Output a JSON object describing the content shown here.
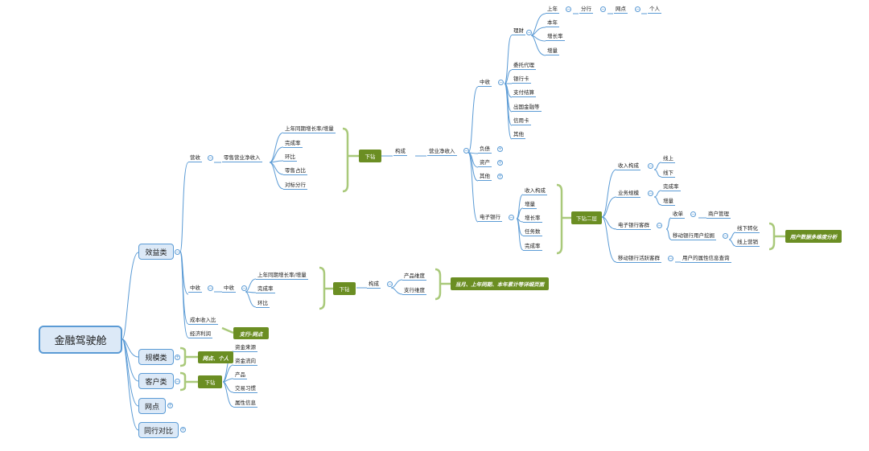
{
  "root": "金融驾驶舱",
  "level1": [
    {
      "key": "xiaoyi",
      "label": "效益类"
    },
    {
      "key": "guimo",
      "label": "规模类"
    },
    {
      "key": "kehu",
      "label": "客户类"
    },
    {
      "key": "wangdian",
      "label": "网点"
    },
    {
      "key": "tonghang",
      "label": "同行对比"
    }
  ],
  "xiaoyi_branch": {
    "yingshou": "营收",
    "lingshou": "零售营业净收入",
    "lingshou_items": [
      "上年同期增长率/增量",
      "完成率",
      "环比",
      "零售占比",
      "对标分行"
    ],
    "xiazuan": "下钻",
    "goucheng": "构成",
    "yingye": "营业净收入",
    "zhongshou": "中收",
    "zhongshou_items": [
      "理财",
      "委托代理",
      "银行卡",
      "支付结算",
      "出国金融等",
      "信用卡",
      "其他"
    ],
    "licai_items": [
      "上年",
      "本年",
      "增长率",
      "增量"
    ],
    "licai_chain": [
      "分行",
      "网点",
      "个人"
    ],
    "fuzhai": "负债",
    "zichan": "资产",
    "qita": "其他",
    "dianzi": "电子银行",
    "dianzi_items": [
      "收入构成",
      "增量",
      "增长率",
      "任务数",
      "完成率"
    ],
    "xiazuan2": "下钻二层",
    "shouru_goucheng": "收入构成",
    "xianshang": "线上",
    "xianxia": "线下",
    "yewu_guimo": "业务规模",
    "wanchenglv": "完成率",
    "zengliang": "增量",
    "kequn": "电子银行客群",
    "shoudan": "收单",
    "shanghu": "商户管理",
    "yidong_wajue": "移动银行用户挖掘",
    "xianxia_zhuanhua": "线下转化",
    "xianshang_yingxiao": "线上营销",
    "yidong_huoyue": "移动银行活跃客群",
    "yonghu_shuxing": "用户的属性信息查询",
    "yonghu_fenxi": "用户数据多维度分析",
    "zhongshou2": "中收",
    "zhongshou3": "中收",
    "zs_items": [
      "上年同期增长率/增量",
      "完成率",
      "环比"
    ],
    "xiazuan3": "下钻",
    "goucheng2": "构成",
    "chanpin_weidu": "产品维度",
    "zhihang_weidu": "支行维度",
    "dangyue": "当月、上年同期、本年累计等详细页面",
    "chengben": "成本收入比",
    "jingji": "经济利润",
    "zhihang_wangdian": "支行-网点"
  },
  "guimo_branch": {
    "wangdian_geren": "网点、个人"
  },
  "kehu_branch": {
    "xiazuan": "下钻",
    "items": [
      "资金来源",
      "资金流向",
      "产品",
      "交易习惯",
      "属性信息"
    ]
  },
  "colors": {
    "line": "#5b9bd5",
    "node_fill": "#dce9f7",
    "green": "#6b8e23",
    "bracket": "#a9c97a"
  }
}
